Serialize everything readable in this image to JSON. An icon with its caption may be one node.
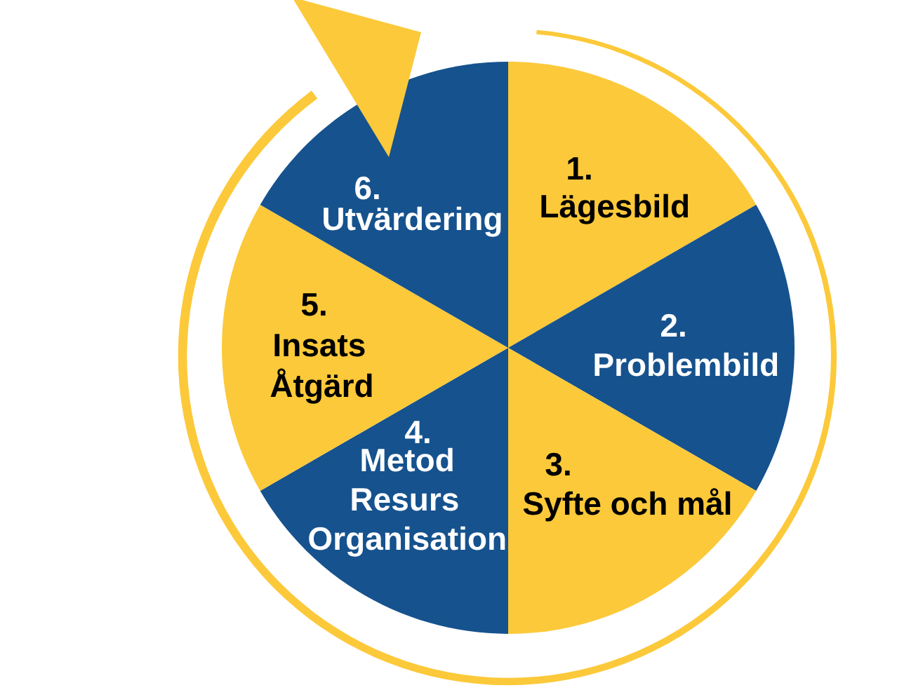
{
  "diagram": {
    "nodes": [
      {
        "text": [
          "1. Lägesbild"
        ]
      },
      {
        "text": [
          "2. Problembild"
        ]
      },
      {
        "text": [
          "3. Syfte och mål"
        ]
      },
      {
        "text": [
          "4. Metod Resurs Organisation"
        ]
      },
      {
        "text": [
          "5. Insats Åtgärd"
        ]
      },
      {
        "text": [
          "6. Utvärdering"
        ]
      }
    ]
  }
}
